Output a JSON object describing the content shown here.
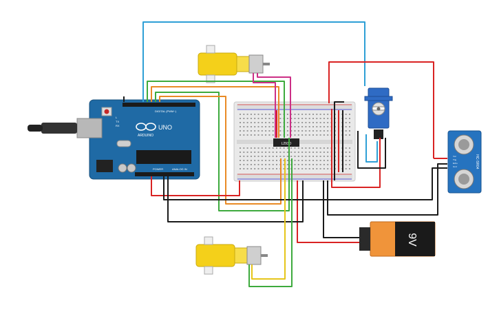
{
  "arduino": {
    "brand": "ARDUINO",
    "model": "UNO",
    "digital_label": "DIGITAL (PWM~)",
    "power_label": "POWER",
    "analog_label": "ANALOG IN",
    "tx_label": "TX",
    "rx_label": "RX",
    "l_label": "L"
  },
  "driver_chip": {
    "label": "L293D"
  },
  "battery": {
    "label": "9V"
  },
  "ultrasonic": {
    "model": "HC-SR04",
    "pins": [
      "Vcc",
      "Trig",
      "Echo",
      "Gnd"
    ]
  },
  "colors": {
    "wire_blue": "#2d9fd6",
    "wire_green": "#3daa3d",
    "wire_orange": "#e98a25",
    "wire_yellow": "#e6c519",
    "wire_red": "#d92222",
    "wire_black": "#1a1a1a",
    "wire_magenta": "#cc2e86",
    "arduino_board": "#1f6aa5",
    "motor_body": "#f4d01a",
    "servo_body": "#2f6bc4",
    "battery_body": "#f0943a",
    "battery_cap": "#2a2a2a"
  }
}
